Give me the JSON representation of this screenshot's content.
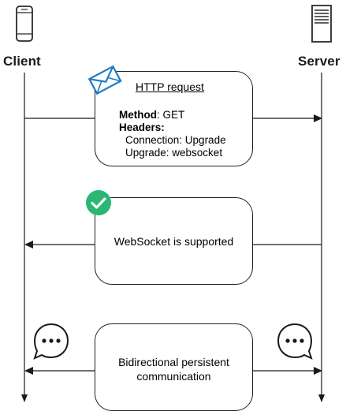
{
  "actors": {
    "client": {
      "label": "Client",
      "icon": "mobile-phone-icon"
    },
    "server": {
      "label": "Server",
      "icon": "server-icon"
    }
  },
  "messages": [
    {
      "direction": "client-to-server",
      "title": "HTTP request",
      "icon": "envelope-icon",
      "method_key": "Method",
      "method_value": ": GET",
      "headers_key": "Headers:",
      "header_lines": [
        "Connection: Upgrade",
        "Upgrade: websocket"
      ]
    },
    {
      "direction": "server-to-client",
      "text": "WebSocket is supported",
      "icon": "check-circle-icon",
      "icon_color": "#2bb673"
    },
    {
      "direction": "bidirectional",
      "text_lines": [
        "Bidirectional persistent",
        "communication"
      ],
      "icons": [
        "chat-bubble-icon",
        "chat-bubble-icon"
      ]
    }
  ],
  "colors": {
    "line": "#1a1a1a",
    "envelope": "#1e7bc4",
    "check": "#2bb673"
  }
}
